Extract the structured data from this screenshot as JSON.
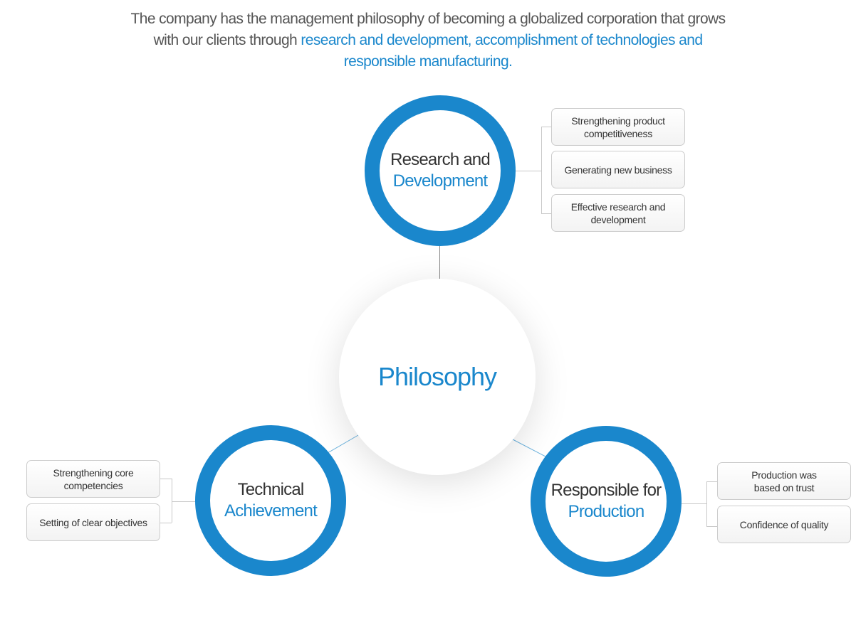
{
  "intro": {
    "line1": "The company has the management philosophy of becoming a globalized corporation that grows",
    "line2_plain": "with our clients through ",
    "line2_highlight": "research and development, accomplishment of technologies and",
    "line3_highlight": "responsible manufacturing."
  },
  "center": {
    "label": "Philosophy"
  },
  "nodes": {
    "research": {
      "line1": "Research and",
      "line2": "Development",
      "items": [
        "Strengthening product competitiveness",
        "Generating new business",
        "Effective research and development"
      ]
    },
    "technical": {
      "line1": "Technical",
      "line2": "Achievement",
      "items": [
        "Strengthening core competencies",
        "Setting of clear objectives"
      ]
    },
    "production": {
      "line1": "Responsible for",
      "line2": "Production",
      "items": [
        "Production was based on trust",
        "Confidence of quality"
      ]
    }
  },
  "colors": {
    "accent": "#1a87cc",
    "text": "#555555"
  }
}
